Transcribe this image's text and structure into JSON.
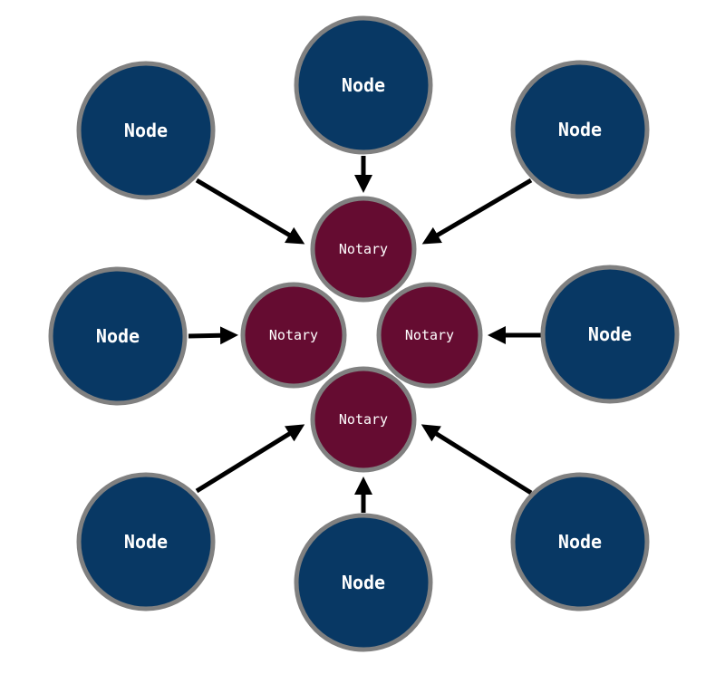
{
  "diagram": {
    "colors": {
      "node_fill": "#083864",
      "notary_fill": "#650c31",
      "border": "#808080",
      "arrow": "#000000",
      "text": "#ffffff"
    },
    "notaries": [
      {
        "id": "notary-top",
        "label": "Notary"
      },
      {
        "id": "notary-left",
        "label": "Notary"
      },
      {
        "id": "notary-right",
        "label": "Notary"
      },
      {
        "id": "notary-bottom",
        "label": "Notary"
      }
    ],
    "nodes": [
      {
        "id": "node-top",
        "label": "Node",
        "target": "notary-top"
      },
      {
        "id": "node-top-left",
        "label": "Node",
        "target": "notary-top"
      },
      {
        "id": "node-top-right",
        "label": "Node",
        "target": "notary-top"
      },
      {
        "id": "node-left",
        "label": "Node",
        "target": "notary-left"
      },
      {
        "id": "node-right",
        "label": "Node",
        "target": "notary-right"
      },
      {
        "id": "node-bottom-left",
        "label": "Node",
        "target": "notary-bottom"
      },
      {
        "id": "node-bottom",
        "label": "Node",
        "target": "notary-bottom"
      },
      {
        "id": "node-bottom-right",
        "label": "Node",
        "target": "notary-bottom"
      }
    ]
  }
}
